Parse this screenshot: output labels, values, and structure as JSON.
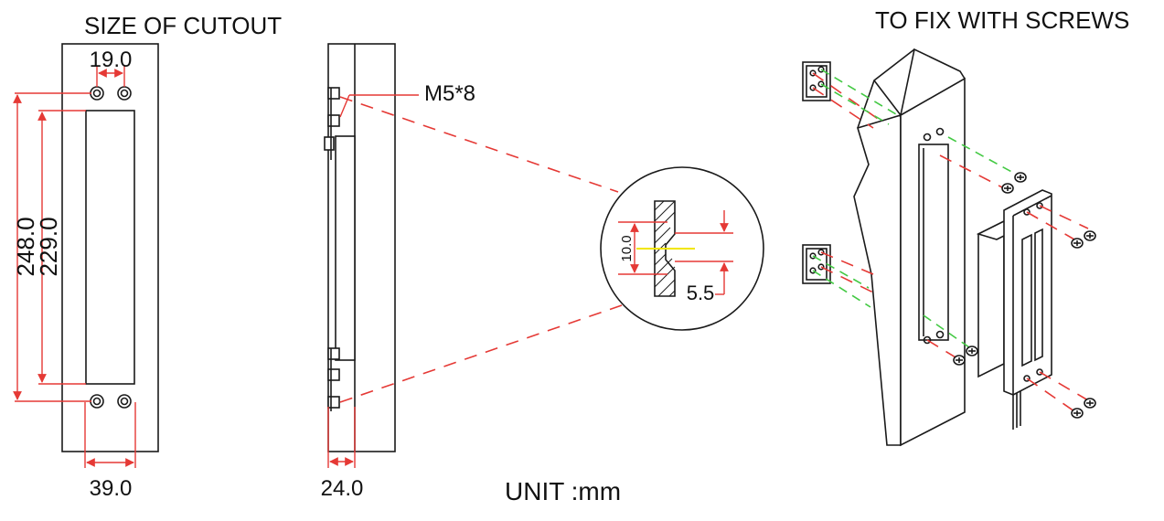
{
  "labels": {
    "cutout_title": "SIZE OF CUTOUT",
    "fix_title": "TO FIX WITH SCREWS",
    "screw_spec": "M5*8",
    "unit": "UNIT :mm"
  },
  "dimensions": {
    "hole_spacing": "19.0",
    "outer_height": "248.0",
    "inner_height": "229.0",
    "width": "39.0",
    "depth": "24.0",
    "detail_height": "10.0",
    "detail_depth": "5.5"
  },
  "colors": {
    "outline": "#1a1a1a",
    "dimension": "#e53935",
    "guide_green": "#43c943",
    "axis_yellow": "#f2e600"
  }
}
